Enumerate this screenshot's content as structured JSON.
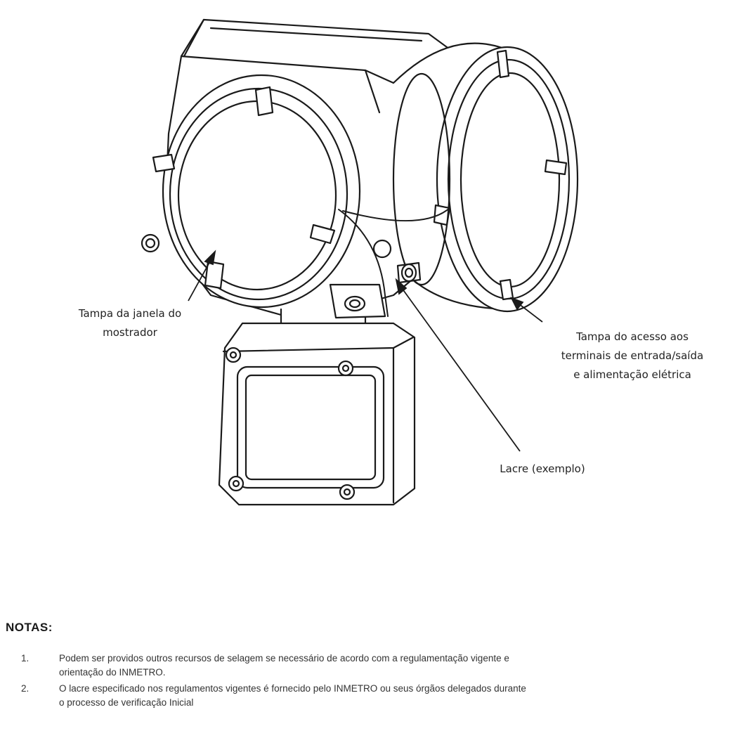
{
  "callouts": {
    "display_cover": [
      "Tampa da janela do",
      "mostrador"
    ],
    "terminal_cover": [
      "Tampa do acesso aos",
      "terminais de entrada/saída",
      "e alimentação elétrica"
    ],
    "seal": [
      "Lacre (exemplo)"
    ]
  },
  "notes": {
    "title": "NOTAS:",
    "items": [
      {
        "num": "1.",
        "lines": [
          "Podem ser providos outros recursos de selagem se necessário de acordo com a regulamentação vigente e",
          "orientação do INMETRO."
        ]
      },
      {
        "num": "2.",
        "lines": [
          "O lacre especificado nos regulamentos vigentes é fornecido pelo INMETRO ou seus órgãos delegados durante",
          "o processo de verificação Inicial"
        ]
      }
    ]
  },
  "colors": {
    "line": "#1a1a1a",
    "fill": "#ffffff",
    "text": "#222222"
  }
}
